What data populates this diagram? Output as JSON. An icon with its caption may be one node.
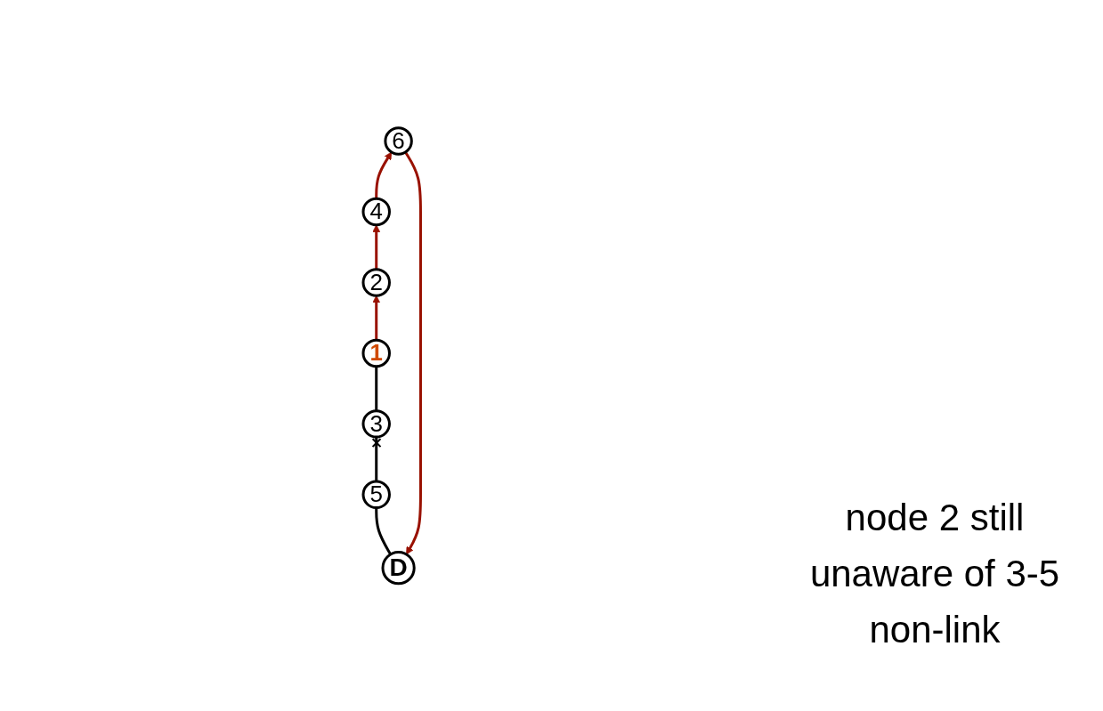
{
  "diagram": {
    "nodes": [
      {
        "text": [
          "D"
        ]
      },
      {
        "text": [
          "5"
        ]
      },
      {
        "text": [
          "6"
        ]
      },
      {
        "text": [
          "3"
        ]
      },
      {
        "text": [
          "4"
        ]
      },
      {
        "text": [
          "1"
        ]
      },
      {
        "text": [
          "2"
        ]
      }
    ],
    "edges": [
      {
        "from": 0,
        "to": 1,
        "arrow": "none",
        "color": "#000000"
      },
      {
        "from": 1,
        "to": 3,
        "arrow": "other",
        "color": "#000000"
      },
      {
        "from": 3,
        "to": 5,
        "arrow": "none",
        "color": "#000000"
      },
      {
        "from": 5,
        "to": 6,
        "arrow": "to"
      },
      {
        "from": 6,
        "to": 4,
        "arrow": "to"
      },
      {
        "from": 4,
        "to": 2,
        "arrow": "to"
      },
      {
        "from": 2,
        "to": 0,
        "arrow": "to"
      }
    ],
    "labels": [
      "node 2 still unaware of 3-5 non-link"
    ]
  }
}
